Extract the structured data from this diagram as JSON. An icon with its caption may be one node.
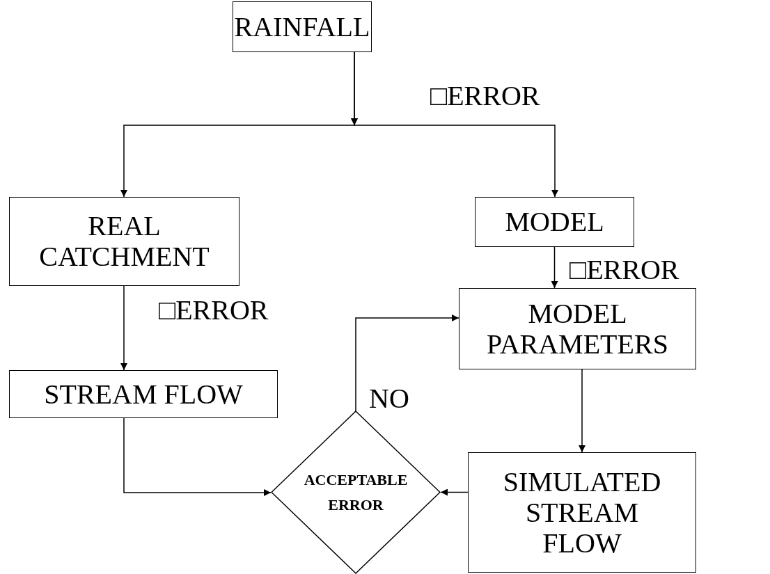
{
  "diagram": {
    "nodes": [
      {
        "text": [
          "RAINFALL"
        ]
      },
      {
        "text": [
          "REAL CATCHMENT"
        ]
      },
      {
        "text": [
          "MODEL"
        ]
      },
      {
        "text": [
          "MODEL PARAMETERS"
        ]
      },
      {
        "text": [
          "STREAM FLOW"
        ]
      },
      {
        "text": [
          "ACCEPTABLE ERROR"
        ]
      },
      {
        "text": [
          "SIMULATED STREAM FLOW"
        ]
      }
    ],
    "edges": [
      {
        "from": 0,
        "to": 1,
        "arrow": "to"
      },
      {
        "from": 0,
        "to": 2,
        "arrow": "to"
      },
      {
        "from": 2,
        "to": 3,
        "arrow": "to"
      },
      {
        "from": 1,
        "to": 4,
        "arrow": "to"
      },
      {
        "from": 4,
        "to": 5,
        "arrow": "to"
      },
      {
        "from": 6,
        "to": 5,
        "arrow": "to"
      },
      {
        "from": 5,
        "to": 3,
        "arrow": "to",
        "label": "NO"
      },
      {
        "from": 3,
        "to": 6,
        "arrow": "to"
      }
    ],
    "labels": [
      "□ERROR",
      "□ERROR",
      "□ERROR"
    ]
  }
}
